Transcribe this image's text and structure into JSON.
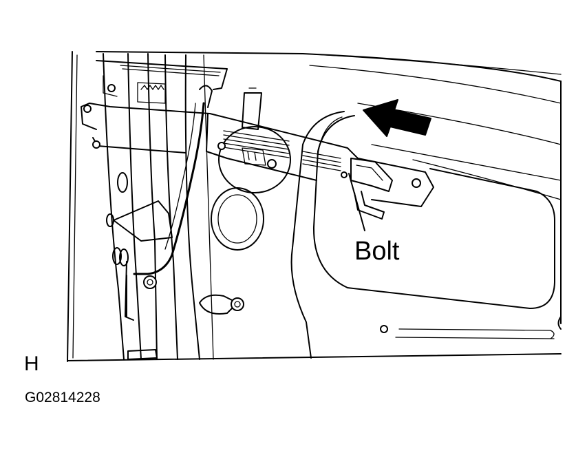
{
  "labels": {
    "bolt": "Bolt",
    "view_letter": "H",
    "figure_code": "G02814228"
  },
  "colors": {
    "ink": "#000000",
    "paper": "#ffffff"
  },
  "icons": {
    "arrow": "direction-arrow-icon"
  }
}
